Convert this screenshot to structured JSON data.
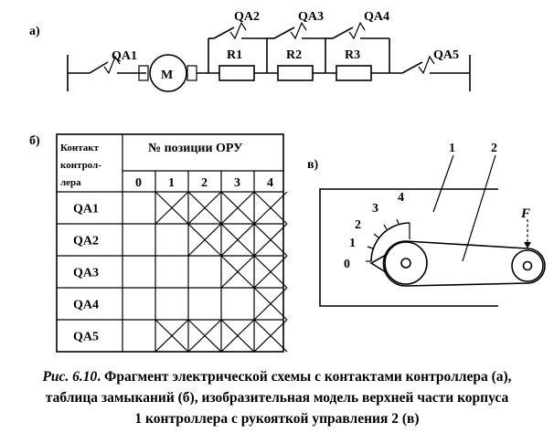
{
  "panels": {
    "a": "а)",
    "b": "б)",
    "v": "в)"
  },
  "circuit": {
    "motor": "М",
    "resistors": [
      "R1",
      "R2",
      "R3"
    ],
    "contacts": [
      "QA1",
      "QA2",
      "QA3",
      "QA4",
      "QA5"
    ]
  },
  "table": {
    "header_contact": [
      "Контакт",
      "контрол-",
      "лера"
    ],
    "header_positions": "№ позиции ОРУ",
    "positions": [
      "0",
      "1",
      "2",
      "3",
      "4"
    ],
    "rows": [
      {
        "contact": "QA1",
        "closed": [
          false,
          true,
          true,
          true,
          true
        ]
      },
      {
        "contact": "QA2",
        "closed": [
          false,
          false,
          true,
          true,
          true
        ]
      },
      {
        "contact": "QA3",
        "closed": [
          false,
          false,
          false,
          true,
          true
        ]
      },
      {
        "contact": "QA4",
        "closed": [
          false,
          false,
          false,
          false,
          true
        ]
      },
      {
        "contact": "QA5",
        "closed": [
          false,
          true,
          true,
          true,
          true
        ]
      }
    ]
  },
  "model": {
    "label_body": "1",
    "label_handle": "2",
    "force": "F",
    "positions": [
      "0",
      "1",
      "2",
      "3",
      "4"
    ]
  },
  "caption": {
    "title": "Рис. 6.10",
    "line1": ". Фрагмент электрической схемы с контактами контроллера (а),",
    "line2": "таблица замыканий (б), изобразительная модель верхней части корпуса",
    "line3": "1 контроллера с рукояткой управления 2 (в)"
  }
}
